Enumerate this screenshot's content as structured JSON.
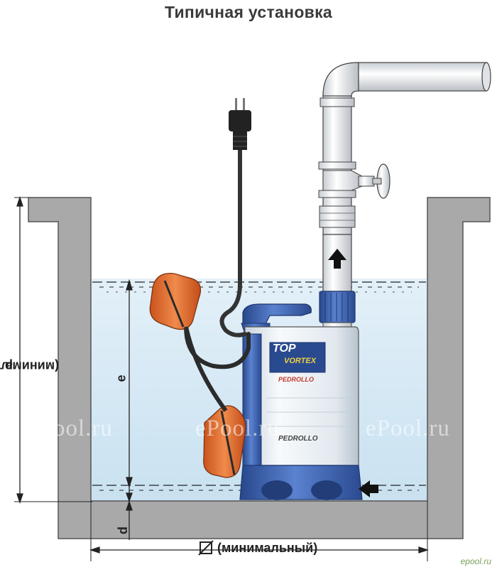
{
  "title": "Типичная установка",
  "labels": {
    "p": "p",
    "p_min": "(минимальный)",
    "e": "e",
    "d": "d",
    "diameter": "(минимальный)"
  },
  "pump": {
    "brand_line1": "TOP",
    "brand_line2": "VORTEX",
    "brand_logo": "PEDROLLO",
    "brand_logo_bottom": "PEDROLLO"
  },
  "watermarks": [
    "ePool.ru",
    "ePool.ru",
    "ePool.ru"
  ],
  "corner_watermark": "epool.ru",
  "colors": {
    "water": "#d4e8f5",
    "wall": "#a6a6a6",
    "pump_body": "#e8eef3",
    "pump_blue": "#3a5fa8",
    "float": "#e06a2a",
    "pipe": "#eef0f2",
    "flow_arrow": "#111111"
  },
  "icons": [
    "plug-icon",
    "diameter-symbol-icon",
    "arrow-up-icon",
    "arrow-left-icon",
    "valve-handle-icon"
  ]
}
